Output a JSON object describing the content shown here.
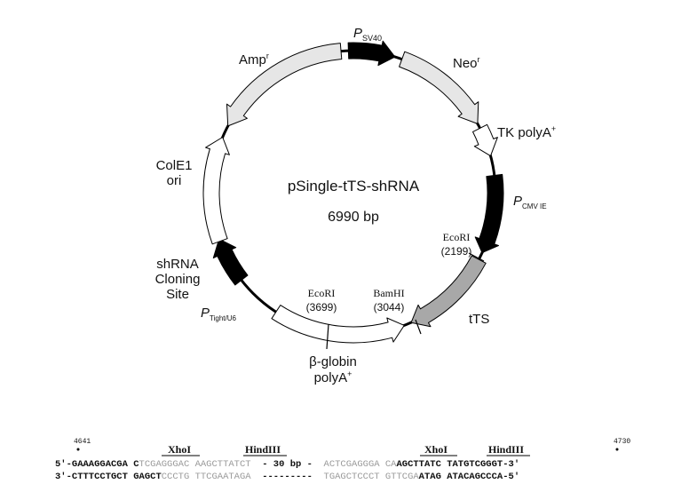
{
  "plasmid": {
    "name": "pSingle-tTS-shRNA",
    "size": "6990 bp"
  },
  "features": {
    "psv40": {
      "main": "P",
      "sub": "SV40",
      "color": "#000000"
    },
    "neo": {
      "main": "Neo",
      "sup": "r",
      "color": "#e6e6e6"
    },
    "tk": {
      "label": "TK polyA",
      "sup": "+",
      "color": "#ffffff"
    },
    "pcmv": {
      "main": "P",
      "sub": "CMV IE",
      "color": "#000000"
    },
    "tts": {
      "label": "tTS",
      "color": "#a8a8a8"
    },
    "bglobin": {
      "line1": "β-globin",
      "line2": "polyA",
      "sup": "+",
      "color": "#ffffff"
    },
    "ptight": {
      "main": "P",
      "sub": "Tight/U6",
      "color": "#000000"
    },
    "shrna": {
      "line1": "shRNA",
      "line2": "Cloning",
      "line3": "Site"
    },
    "cole1": {
      "line1": "ColE1",
      "line2": "ori",
      "color": "#ffffff"
    },
    "amp": {
      "main": "Amp",
      "sup": "r",
      "color": "#e6e6e6"
    }
  },
  "sites": {
    "ecori_2199": {
      "name": "EcoRI",
      "pos": "(2199)"
    },
    "bamhi": {
      "name": "BamHI",
      "pos": "(3044)"
    },
    "ecori_3699": {
      "name": "EcoRI",
      "pos": "(3699)"
    }
  },
  "sequence": {
    "pos_start": "4641",
    "pos_end": "4730",
    "enzymes": [
      "XhoI",
      "HindIII",
      "XhoI",
      "HindIII"
    ],
    "top": {
      "prefix": "5′-GAAAGGACGA",
      "c": "C",
      "g1": "TCGAGGGAC",
      "g2": "AAGCTTATCT",
      "mid": "- 30 bp -",
      "g3": "ACTCGAGGGA",
      "g4": "CA",
      "b1": "AGCTTATC",
      "b2": "TATGTCGGGT-3′"
    },
    "bottom": {
      "prefix": "3′-CTTTCCTGCT",
      "b1": "GAGCT",
      "g1": "CCCTG",
      "g2": "TTCGAATAGA",
      "dash": "---------",
      "g3": "TGAGCTCCCT",
      "g4": "GTTCGA",
      "b2": "ATAG",
      "b3": "ATACAGCCCA-5′"
    }
  }
}
